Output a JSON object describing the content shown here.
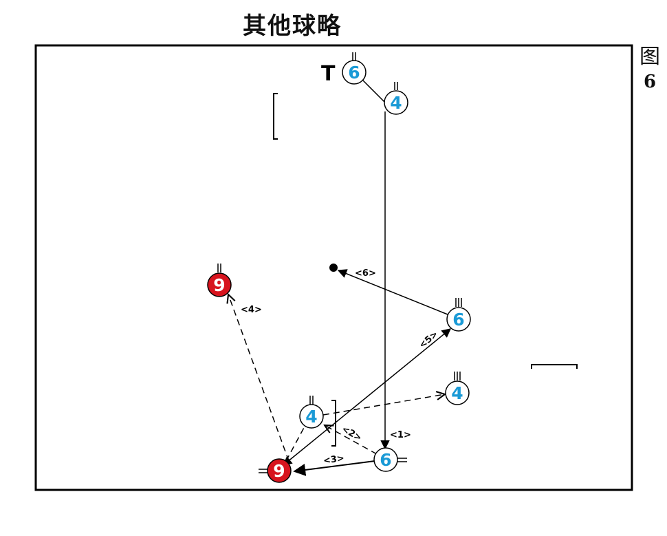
{
  "title": "其他球略",
  "figure": {
    "label_char": "图",
    "label_num": "6"
  },
  "players": {
    "top_setter": "6",
    "top_hitter": "4",
    "left_opp": "9",
    "right_mid": "6",
    "right_low": "4",
    "mid_low": "4",
    "bottom_right": "6",
    "bottom_left": "9"
  },
  "top_marker": "T",
  "steps": [
    "<1>",
    "<2>",
    "<3>",
    "<4>",
    "<5>",
    "<6>"
  ],
  "colors": {
    "blue": "#1a9ad6",
    "red": "#d7141e",
    "line": "#000000"
  }
}
